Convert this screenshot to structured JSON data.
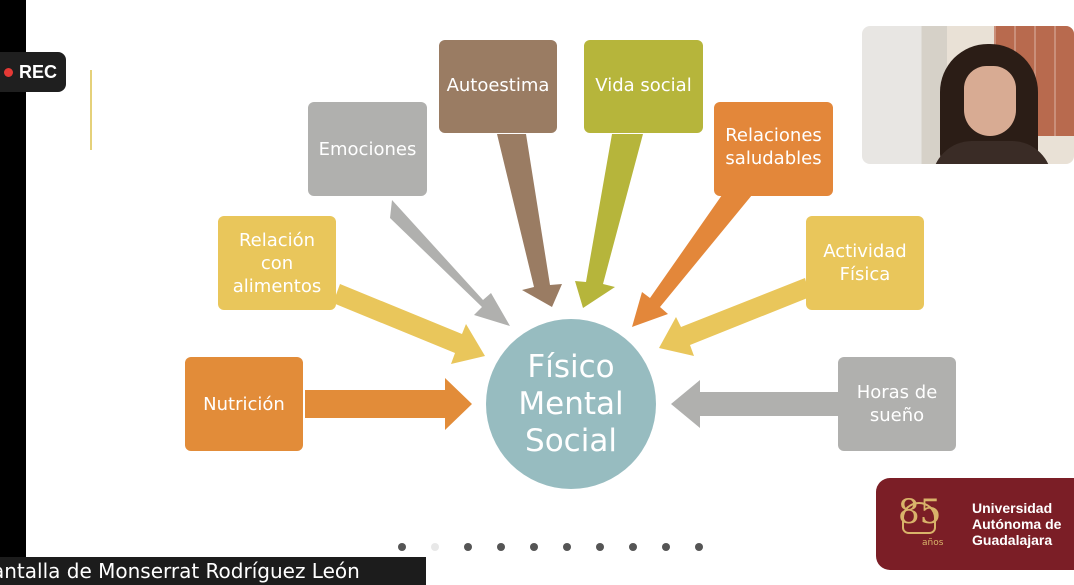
{
  "recording": {
    "label": "REC",
    "dot_color": "#e53935"
  },
  "diagram": {
    "center": {
      "lines": [
        "Físico",
        "Mental",
        "Social"
      ],
      "color": "#97bcc0"
    },
    "boxes": [
      {
        "id": "nutricion",
        "label": "Nutrición",
        "color": "#e28c39"
      },
      {
        "id": "relacion-alimentos",
        "label": "Relación con alimentos",
        "color": "#e9c65b"
      },
      {
        "id": "emociones",
        "label": "Emociones",
        "color": "#b0b0ae"
      },
      {
        "id": "autoestima",
        "label": "Autoestima",
        "color": "#9a7c63"
      },
      {
        "id": "vida-social",
        "label": "Vida social",
        "color": "#b6b53b"
      },
      {
        "id": "relaciones-saludables",
        "label": "Relaciones saludables",
        "color": "#e3873a"
      },
      {
        "id": "actividad-fisica",
        "label": "Actividad Física",
        "color": "#e9c65b"
      },
      {
        "id": "horas-sueno",
        "label": "Horas de sueño",
        "color": "#b0b0ae"
      }
    ]
  },
  "logo": {
    "number": "85",
    "anos": "años",
    "lines": [
      "Universidad",
      "Autónoma de",
      "Guadalajara"
    ],
    "background": "#7b1e26"
  },
  "slide_pagination": {
    "total": 10,
    "active_index": 1
  },
  "screen_share_label": "antalla de Monserrat Rodríguez León"
}
